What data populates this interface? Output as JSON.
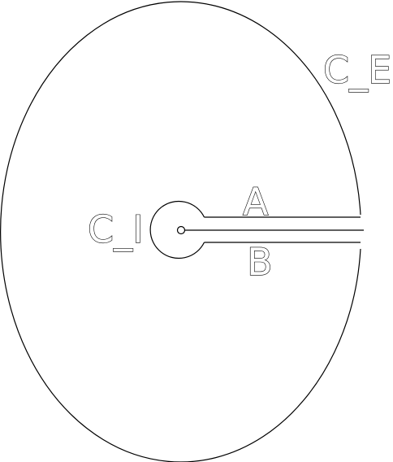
{
  "labels": {
    "outer_contour": "C_E",
    "inner_contour": "C_I",
    "upper_line": "A",
    "lower_line": "B"
  },
  "style": {
    "stroke_color": "#000000",
    "background_color": "#ffffff"
  }
}
